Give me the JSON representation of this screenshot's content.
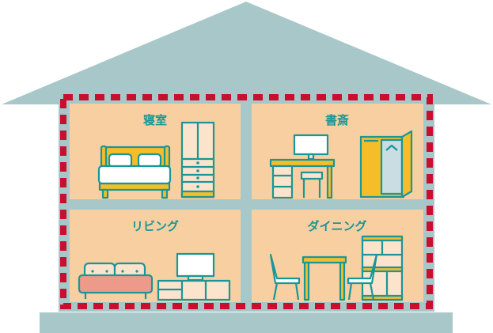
{
  "rooms": {
    "bedroom": "寝室",
    "study": "書斎",
    "living": "リビング",
    "dining": "ダイニング"
  },
  "colors": {
    "house": "#a8c7c8",
    "room": "#f8cfa0",
    "outline": "#1a9696",
    "boundary": "#c8102e",
    "wood": "#f5bd2a",
    "cream": "#fbe3cc",
    "sofa": "#ee9a8a"
  }
}
